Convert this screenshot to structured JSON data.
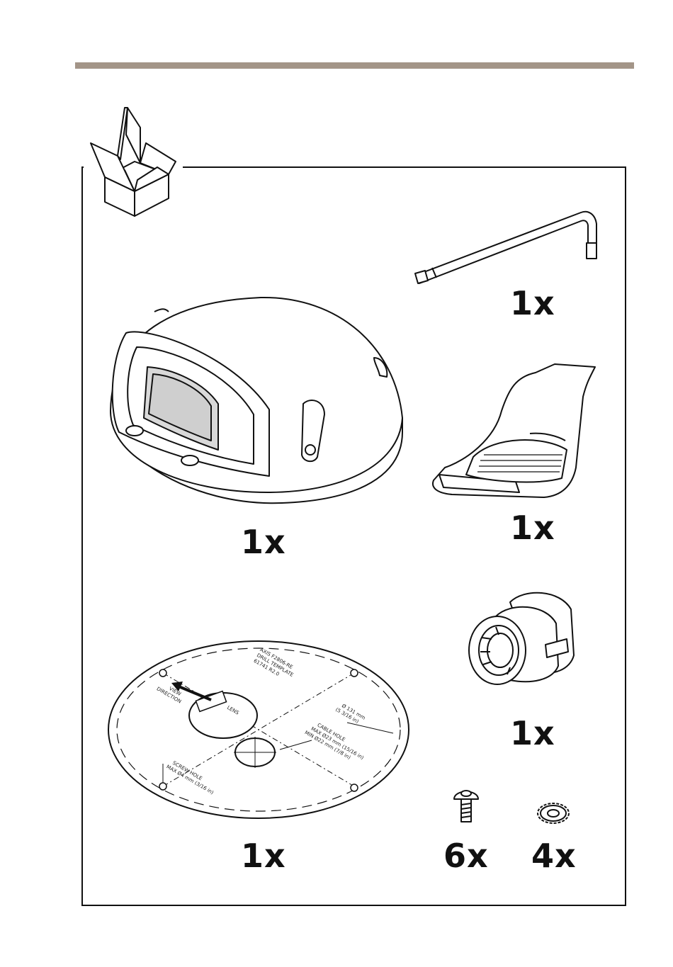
{
  "colors": {
    "top_bar": "#a39588",
    "line": "#111111",
    "shade": "#d9d9d9"
  },
  "package_icon": "open-box-icon",
  "items": [
    {
      "name": "camera",
      "icon": "camera-dome-icon",
      "quantity": "1x"
    },
    {
      "name": "key",
      "icon": "torx-key-icon",
      "quantity": "1x"
    },
    {
      "name": "tool",
      "icon": "removal-tool-icon",
      "quantity": "1x"
    },
    {
      "name": "connector",
      "icon": "cable-gland-icon",
      "quantity": "1x"
    },
    {
      "name": "drill-template",
      "icon": "drill-template-icon",
      "quantity": "1x"
    },
    {
      "name": "screws",
      "icon": "screw-icon",
      "quantity": "6x"
    },
    {
      "name": "washers",
      "icon": "washer-icon",
      "quantity": "4x"
    }
  ],
  "template_text": {
    "product": "AXIS F2806-RE",
    "subtitle": "DRILL TEMPLATE",
    "code": "61741 R2.0",
    "view": "VIEW",
    "direction": "DIRECTION",
    "lens": "LENS",
    "diameter": "Ø 131 mm",
    "diameter_in": "(5 3/16 in)",
    "cable_hole": "CABLE HOLE",
    "cable_max": "MAX Ø23 mm (15/16 in)",
    "cable_min": "MIN Ø22 mm (7/8 in)",
    "screw_hole": "SCREW HOLE",
    "screw_max": "MAX Ø4 mm (3/16 in)"
  }
}
